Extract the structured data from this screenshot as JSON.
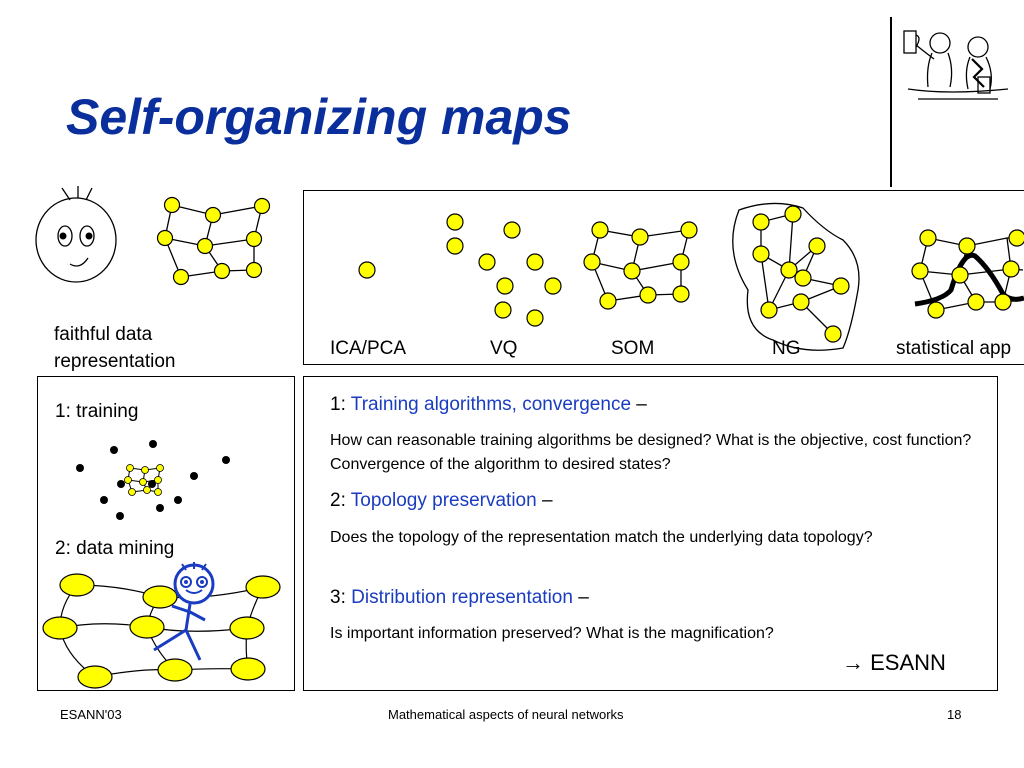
{
  "title": "Self-organizing maps",
  "face_caption": "faithful data\nrepresentation",
  "methods": [
    "ICA/PCA",
    "VQ",
    "SOM",
    "NG",
    "statistical app"
  ],
  "left_panel": {
    "training": "1: training",
    "mining": "2: data mining"
  },
  "questions": [
    {
      "number": "1:",
      "topic": "Training algorithms, convergence",
      "dash": "–",
      "text": "How can reasonable training algorithms be designed? What is the objective, cost function? Convergence of the algorithm to desired states?"
    },
    {
      "number": "2:",
      "topic": "Topology preservation",
      "dash": "–",
      "text": "Does the topology of the representation match the underlying data topology?"
    },
    {
      "number": "3:",
      "topic": "Distribution representation",
      "dash": "–",
      "text": "Is important information preserved? What is the magnification?"
    }
  ],
  "reference": "ESANN",
  "footer": {
    "left": "ESANN'03",
    "center": "Mathematical aspects of neural networks",
    "page": "18"
  },
  "colors": {
    "title": "#0a2f9c",
    "highlight": "#1a3cc0",
    "node": "#ffff00"
  },
  "icons": [
    "smiley-face-icon",
    "beer-drinkers-cartoon-icon",
    "stick-figure-icon",
    "arrow-right-icon"
  ]
}
